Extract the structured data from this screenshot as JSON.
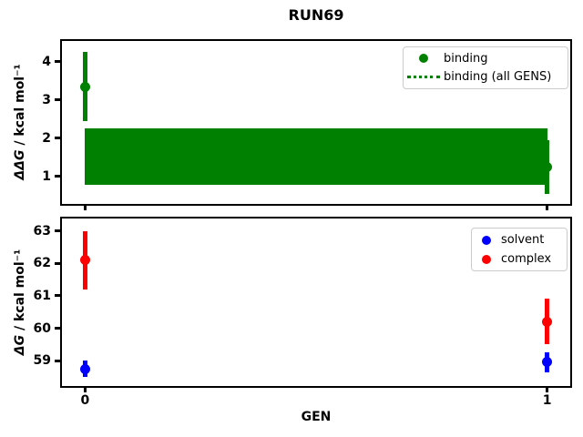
{
  "figure": {
    "title": "RUN69",
    "xlabel": "GEN",
    "background": "#ffffff"
  },
  "chart_data": [
    {
      "type": "scatter",
      "panel": "top",
      "ylabel": {
        "symbol": "ΔΔG",
        "units": " / kcal mol⁻¹",
        "text": "ΔΔG / kcal mol⁻¹"
      },
      "xlim": [
        -0.05,
        1.05
      ],
      "ylim": [
        0.28,
        4.54
      ],
      "yticks": [
        4,
        3,
        2,
        1
      ],
      "xticks": [
        0,
        1
      ],
      "xticklabels": [],
      "grid": false,
      "series": [
        {
          "name": "binding",
          "color": "#008000",
          "marker": "circle",
          "points": [
            {
              "x": 0,
              "y": 3.35,
              "yerr": 0.9
            },
            {
              "x": 1,
              "y": 1.25,
              "yerr": 0.7
            }
          ]
        }
      ],
      "band": {
        "name": "binding (all GENS)",
        "color": "#008000",
        "x_from": 0,
        "x_to": 1,
        "y_low": 0.78,
        "y_high": 2.25,
        "line_style": "dotted"
      },
      "legend": {
        "position": "upper right",
        "items": [
          {
            "label": "binding",
            "marker": "dot",
            "color": "#008000"
          },
          {
            "label": "binding (all GENS)",
            "marker": "dotted-line",
            "color": "#008000"
          }
        ]
      }
    },
    {
      "type": "scatter",
      "panel": "bottom",
      "ylabel": {
        "symbol": "ΔG",
        "units": " / kcal mol⁻¹",
        "text": "ΔG / kcal mol⁻¹"
      },
      "xlim": [
        -0.05,
        1.05
      ],
      "ylim": [
        58.22,
        63.38
      ],
      "yticks": [
        63,
        62,
        61,
        60,
        59
      ],
      "xticks": [
        0,
        1
      ],
      "xticklabels": [
        "0",
        "1"
      ],
      "grid": false,
      "series": [
        {
          "name": "solvent",
          "color": "#0000ff",
          "marker": "circle",
          "points": [
            {
              "x": 0,
              "y": 58.75,
              "yerr": 0.25
            },
            {
              "x": 1,
              "y": 58.95,
              "yerr": 0.3
            }
          ]
        },
        {
          "name": "complex",
          "color": "#ff0000",
          "marker": "circle",
          "points": [
            {
              "x": 0,
              "y": 62.1,
              "yerr": 0.9
            },
            {
              "x": 1,
              "y": 60.2,
              "yerr": 0.7
            }
          ]
        }
      ],
      "legend": {
        "position": "upper right",
        "items": [
          {
            "label": "solvent",
            "marker": "dot",
            "color": "#0000ff"
          },
          {
            "label": "complex",
            "marker": "dot",
            "color": "#ff0000"
          }
        ]
      }
    }
  ]
}
